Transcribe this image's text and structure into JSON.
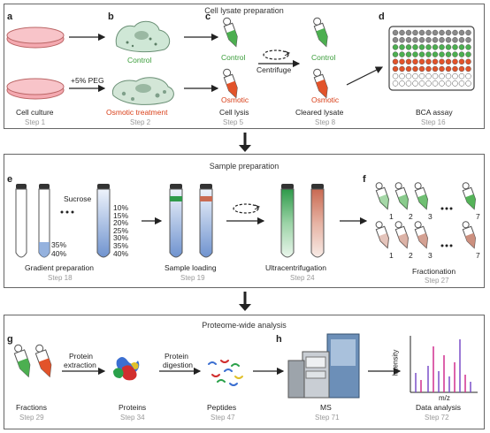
{
  "panel1": {
    "title": "Cell lysate preparation",
    "labels": {
      "a": "a",
      "b": "b",
      "c": "c",
      "d": "d"
    },
    "peg": "+5% PEG",
    "control_b": "Control",
    "control_c": "Control",
    "osmotic_c": "Osmotic",
    "centrifuge": "Centrifuge",
    "control_c2": "Control",
    "osmotic_c2": "Osmotic",
    "captions": {
      "cell_culture": "Cell culture",
      "step1": "Step 1",
      "osmotic_treatment": "Osmotic treatment",
      "step2": "Step 2",
      "cell_lysis": "Cell lysis",
      "step5": "Step 5",
      "cleared_lysate": "Cleared lysate",
      "step8": "Step 8",
      "bca": "BCA assay",
      "step16": "Step 16"
    }
  },
  "panel2": {
    "title": "Sample preparation",
    "labels": {
      "e": "e",
      "f": "f"
    },
    "sucrose": "Sucrose",
    "pct_small": [
      "35%",
      "40%"
    ],
    "pct_list": [
      "10%",
      "15%",
      "20%",
      "25%",
      "30%",
      "35%",
      "40%"
    ],
    "captions": {
      "gradient": "Gradient preparation",
      "step18": "Step 18",
      "loading": "Sample loading",
      "step19": "Step 19",
      "ultra": "Ultracentrifugation",
      "step24": "Step 24",
      "fractionation": "Fractionation",
      "step27": "Step 27"
    },
    "tube_nums": [
      "1",
      "2",
      "3",
      "7"
    ]
  },
  "panel3": {
    "title": "Proteome-wide analysis",
    "labels": {
      "g": "g",
      "h": "h"
    },
    "protein_extraction": [
      "Protein",
      "extraction"
    ],
    "protein_digestion": [
      "Protein",
      "digestion"
    ],
    "intensity": "Intensity",
    "mz": "m/z",
    "captions": {
      "fractions": "Fractions",
      "step29": "Step 29",
      "proteins": "Proteins",
      "step34": "Step 34",
      "peptides": "Peptides",
      "step47": "Step 47",
      "ms": "MS",
      "step71": "Step 71",
      "data": "Data analysis",
      "step72": "Step 72"
    }
  },
  "colors": {
    "green": "#4caf50",
    "red": "#e2532a",
    "blue": "#7a9fd6",
    "dish": "#f4a9b0"
  }
}
